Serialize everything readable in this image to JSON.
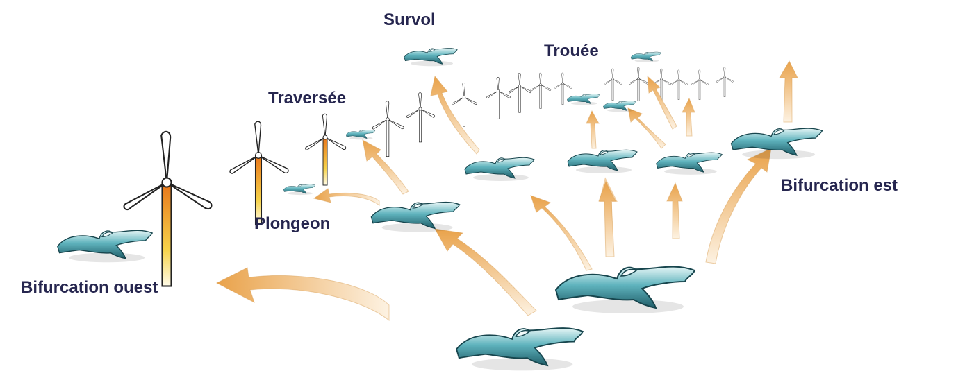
{
  "labels": {
    "survol": "Survol",
    "trouee": "Trouée",
    "traversee": "Traversée",
    "plongeon": "Plongeon",
    "bifurcation_est": "Bifurcation est",
    "bifurcation_ouest": "Bifurcation ouest"
  },
  "colors": {
    "label_text": "#26264f",
    "bird_body": "#3f9aa6",
    "bird_light": "#e6f6f6",
    "bird_dark": "#1f5d68",
    "arrow_light": "#fbe8cd",
    "arrow_dark": "#e9a24a",
    "tower_orange": "#e8751a",
    "tower_yellow": "#f6d24a"
  },
  "icons": [
    "bird-icon",
    "wind-turbine-icon",
    "flight-path-arrow-icon"
  ]
}
